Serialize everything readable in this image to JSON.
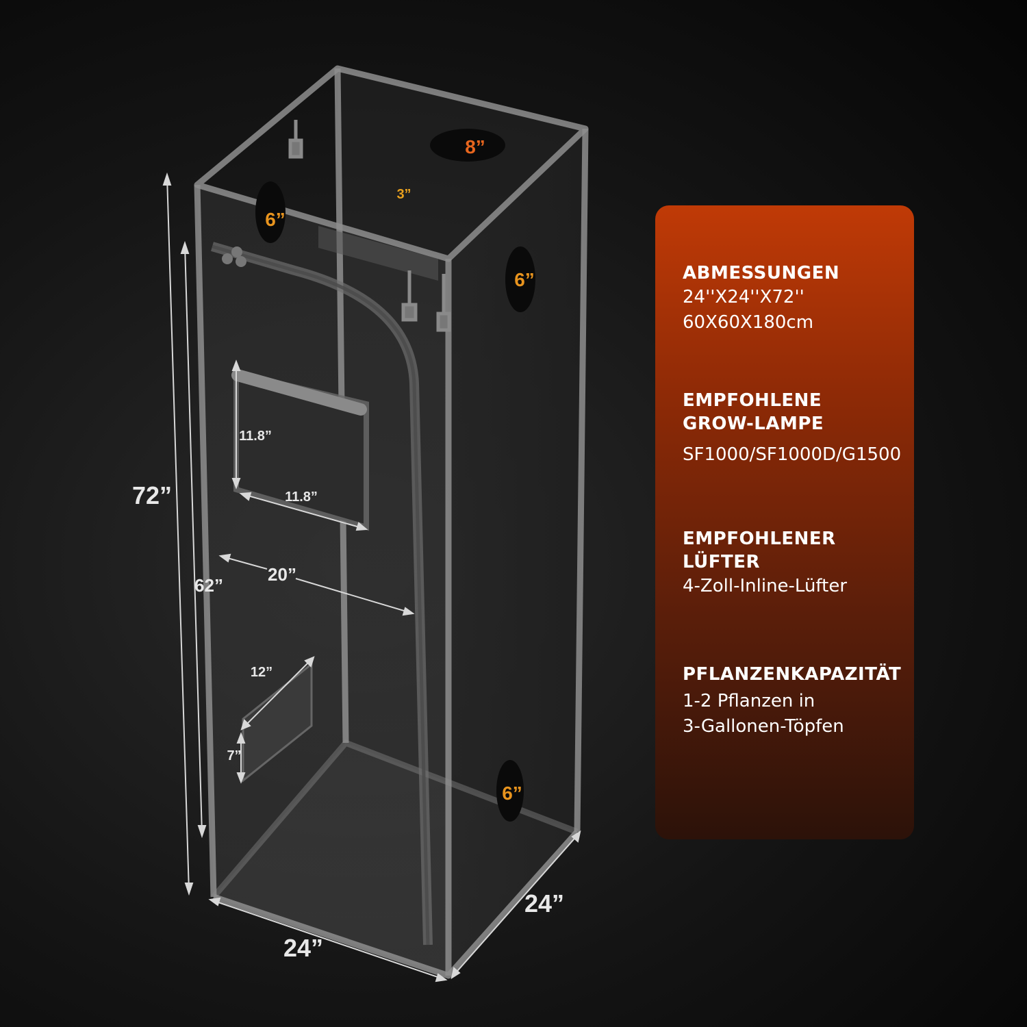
{
  "illustration": {
    "ports": {
      "top_large": "8”",
      "top_small": "3”",
      "left_top": "6”",
      "right_side": "6”",
      "right_bottom": "6”"
    },
    "dimensions": {
      "total_height": "72”",
      "door_height": "62”",
      "door_width": "20”",
      "window_height": "11.8”",
      "window_width": "11.8”",
      "vent_width": "12”",
      "vent_height": "7”",
      "base_width": "24”",
      "base_depth": "24”"
    },
    "colors": {
      "port_orange": "#e8661e",
      "port_yellow": "#e8a01e",
      "frame": "#9a9a9a"
    }
  },
  "specs": [
    {
      "title_lines": [
        "ABMESSUNGEN"
      ],
      "value_lines": [
        "24''X24''X72''",
        "60X60X180cm"
      ]
    },
    {
      "title_lines": [
        "EMPFOHLENE",
        "GROW-LAMPE"
      ],
      "value_lines": [
        "SF1000/SF1000D/G1500"
      ]
    },
    {
      "title_lines": [
        "EMPFOHLENER",
        "LÜFTER"
      ],
      "value_lines": [
        "4-Zoll-Inline-Lüfter"
      ]
    },
    {
      "title_lines": [
        "PFLANZENKAPAZITÄT"
      ],
      "value_lines": [
        "1-2 Pflanzen in",
        "3-Gallonen-Töpfen"
      ]
    }
  ]
}
